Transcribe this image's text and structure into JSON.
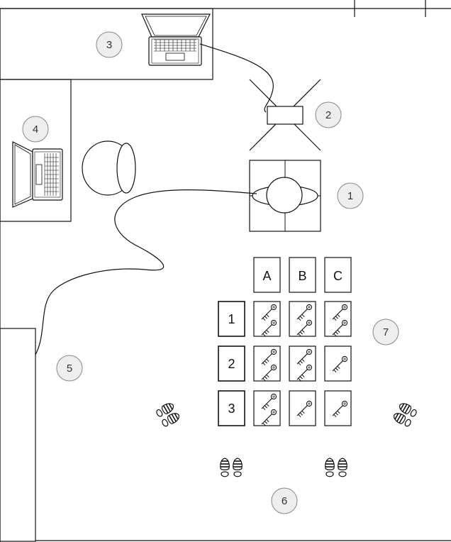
{
  "markers": {
    "m1": "1",
    "m2": "2",
    "m3": "3",
    "m4": "4",
    "m5": "5",
    "m6": "6",
    "m7": "7"
  },
  "grid": {
    "column_labels": [
      "A",
      "B",
      "C"
    ],
    "row_labels": [
      "1",
      "2",
      "3"
    ],
    "key_counts": [
      [
        2,
        2,
        2
      ],
      [
        2,
        2,
        1
      ],
      [
        2,
        1,
        1
      ]
    ]
  },
  "icons": {
    "laptop": "laptop-icon",
    "projector": "projector-icon",
    "chair": "chair-icon",
    "table": "table-icon",
    "key": "key-icon",
    "footprints": "footprints-icon",
    "cable": "cable-line"
  },
  "colors": {
    "stroke": "#111111",
    "marker_fill": "#eeeeee",
    "marker_stroke": "#888888"
  }
}
